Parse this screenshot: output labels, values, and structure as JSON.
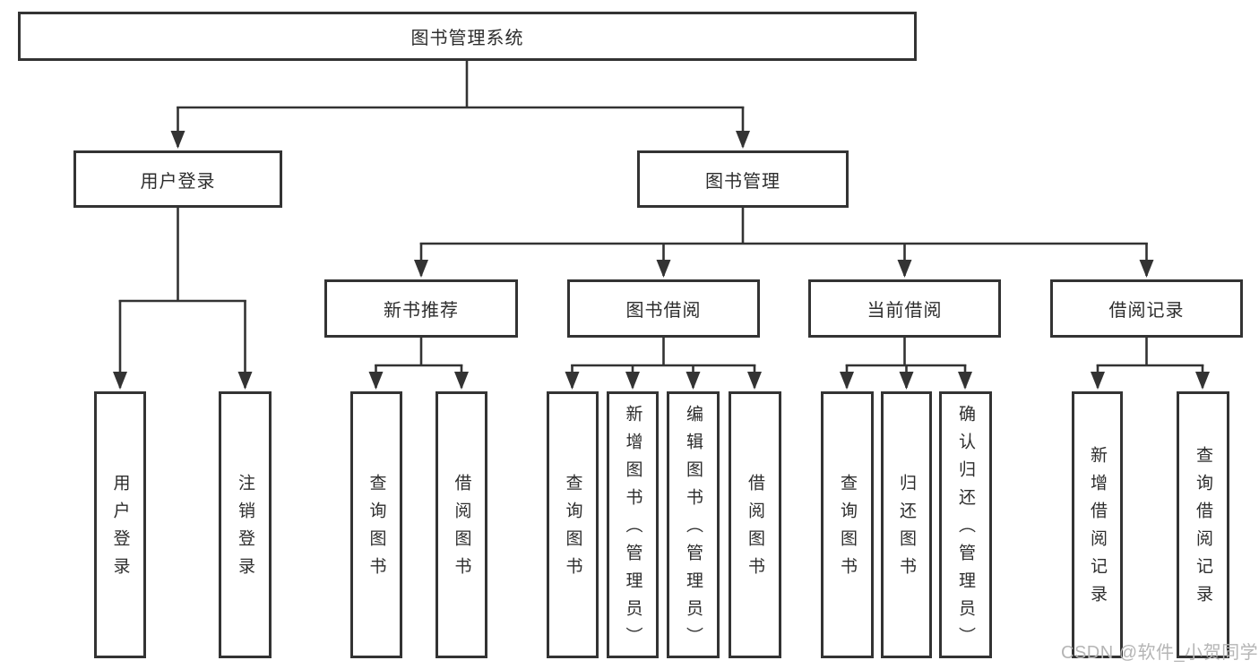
{
  "tree": {
    "label": "图书管理系统",
    "children": [
      {
        "label": "用户登录",
        "children": [
          {
            "label": "用户登录"
          },
          {
            "label": "注销登录"
          }
        ]
      },
      {
        "label": "图书管理",
        "children": [
          {
            "label": "新书推荐",
            "children": [
              {
                "label": "查询图书"
              },
              {
                "label": "借阅图书"
              }
            ]
          },
          {
            "label": "图书借阅",
            "children": [
              {
                "label": "查询图书"
              },
              {
                "label": "新增图书（管理员）"
              },
              {
                "label": "编辑图书（管理员）"
              },
              {
                "label": "借阅图书"
              }
            ]
          },
          {
            "label": "当前借阅",
            "children": [
              {
                "label": "查询图书"
              },
              {
                "label": "归还图书"
              },
              {
                "label": "确认归还（管理员）"
              }
            ]
          },
          {
            "label": "借阅记录",
            "children": [
              {
                "label": "新增借阅记录"
              },
              {
                "label": "查询借阅记录"
              }
            ]
          }
        ]
      }
    ]
  },
  "watermark": "CSDN @软件_小贺同学",
  "colors": {
    "line": "#333333",
    "text": "#2d2d2d",
    "watermark": "#b5b5b5",
    "background": "#ffffff"
  }
}
